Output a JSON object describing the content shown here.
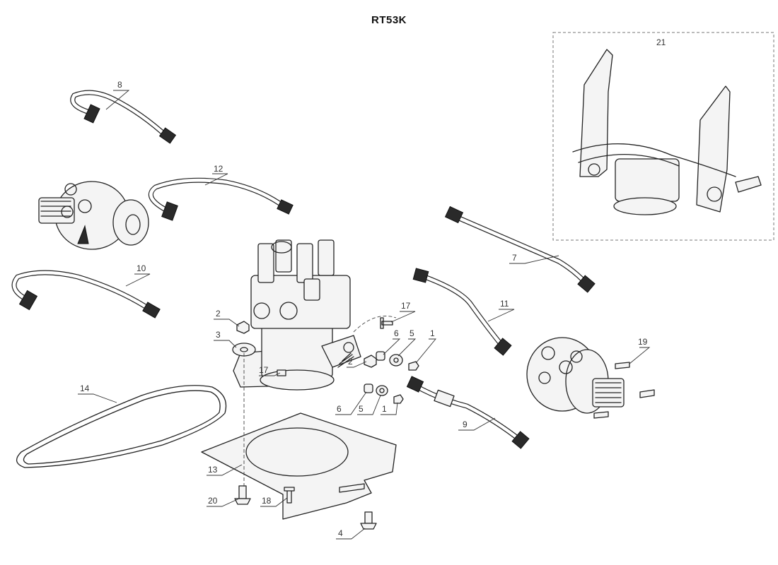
{
  "title": "RT53K",
  "callouts": {
    "c1a": "1",
    "c1b": "1",
    "c2a": "2",
    "c2b": "2",
    "c3": "3",
    "c4": "4",
    "c5a": "5",
    "c5b": "5",
    "c6a": "6",
    "c6b": "6",
    "c7": "7",
    "c8": "8",
    "c9": "9",
    "c10": "10",
    "c11": "11",
    "c12": "12",
    "c13": "13",
    "c14": "14",
    "c17a": "17",
    "c17b": "17",
    "c18": "18",
    "c19": "19",
    "c20": "20",
    "c21": "21"
  }
}
